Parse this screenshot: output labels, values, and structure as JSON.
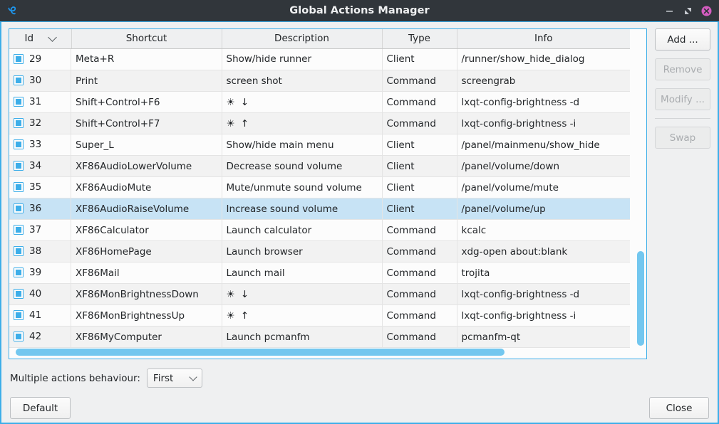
{
  "window": {
    "title": "Global Actions Manager",
    "logo_icon": "lxqt-spiral-icon",
    "minimize_icon": "minimize-icon",
    "maximize_icon": "maximize-icon",
    "close_icon": "close-icon",
    "titlebar_bg": "#31363b",
    "accent": "#3daee9",
    "close_btn_color": "#e255a1"
  },
  "table": {
    "sort_column": "Id",
    "sort_icon": "chevron-down-icon",
    "checkbox_icon": "checkbox-checked-icon",
    "columns": [
      "Id",
      "Shortcut",
      "Description",
      "Type",
      "Info"
    ],
    "selected_row_id": "36",
    "rows": [
      {
        "id": "29",
        "shortcut": "Meta+R",
        "description": "Show/hide runner",
        "type": "Client",
        "info": "/runner/show_hide_dialog"
      },
      {
        "id": "30",
        "shortcut": "Print",
        "description": "screen shot",
        "type": "Command",
        "info": "screengrab"
      },
      {
        "id": "31",
        "shortcut": "Shift+Control+F6",
        "description": "☀ ↓",
        "type": "Command",
        "info": "lxqt-config-brightness -d"
      },
      {
        "id": "32",
        "shortcut": "Shift+Control+F7",
        "description": "☀ ↑",
        "type": "Command",
        "info": "lxqt-config-brightness -i"
      },
      {
        "id": "33",
        "shortcut": "Super_L",
        "description": "Show/hide main menu",
        "type": "Client",
        "info": "/panel/mainmenu/show_hide"
      },
      {
        "id": "34",
        "shortcut": "XF86AudioLowerVolume",
        "description": "Decrease sound volume",
        "type": "Client",
        "info": "/panel/volume/down"
      },
      {
        "id": "35",
        "shortcut": "XF86AudioMute",
        "description": "Mute/unmute sound volume",
        "type": "Client",
        "info": "/panel/volume/mute"
      },
      {
        "id": "36",
        "shortcut": "XF86AudioRaiseVolume",
        "description": "Increase sound volume",
        "type": "Client",
        "info": "/panel/volume/up"
      },
      {
        "id": "37",
        "shortcut": "XF86Calculator",
        "description": "Launch calculator",
        "type": "Command",
        "info": "kcalc"
      },
      {
        "id": "38",
        "shortcut": "XF86HomePage",
        "description": "Launch browser",
        "type": "Command",
        "info": "xdg-open about:blank"
      },
      {
        "id": "39",
        "shortcut": "XF86Mail",
        "description": "Launch mail",
        "type": "Command",
        "info": "trojita"
      },
      {
        "id": "40",
        "shortcut": "XF86MonBrightnessDown",
        "description": "☀ ↓",
        "type": "Command",
        "info": "lxqt-config-brightness -d"
      },
      {
        "id": "41",
        "shortcut": "XF86MonBrightnessUp",
        "description": "☀ ↑",
        "type": "Command",
        "info": "lxqt-config-brightness -i"
      },
      {
        "id": "42",
        "shortcut": "XF86MyComputer",
        "description": "Launch pcmanfm",
        "type": "Command",
        "info": "pcmanfm-qt"
      }
    ]
  },
  "side_buttons": {
    "add": "Add ...",
    "remove": "Remove",
    "modify": "Modify ...",
    "swap": "Swap"
  },
  "behaviour": {
    "label": "Multiple actions behaviour:",
    "selected": "First",
    "dropdown_icon": "chevron-down-icon"
  },
  "footer": {
    "default": "Default",
    "close": "Close"
  }
}
